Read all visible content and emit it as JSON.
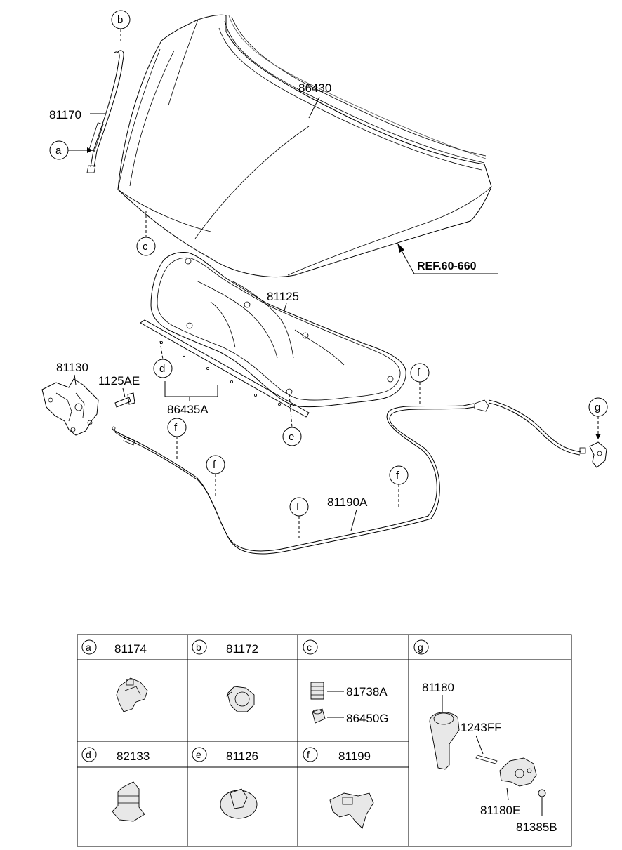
{
  "main_parts": {
    "hood_panel": "86430",
    "hood_stay": "81170",
    "insulator": "81125",
    "latch": "81130",
    "bolt": "1125AE",
    "weatherstrip": "86435A",
    "release_cable": "81190A",
    "reference": "REF.60-660"
  },
  "callouts": {
    "a": "a",
    "b": "b",
    "c": "c",
    "d": "d",
    "e": "e",
    "f": "f",
    "g": "g"
  },
  "legend": {
    "a": {
      "letter": "a",
      "part": "81174"
    },
    "b": {
      "letter": "b",
      "part": "81172"
    },
    "c": {
      "letter": "c",
      "parts": [
        "81738A",
        "86450G"
      ]
    },
    "d": {
      "letter": "d",
      "part": "82133"
    },
    "e": {
      "letter": "e",
      "part": "81126"
    },
    "f": {
      "letter": "f",
      "part": "81199"
    },
    "g": {
      "letter": "g",
      "parts": [
        "81180",
        "1243FF",
        "81180E",
        "81385B"
      ]
    }
  }
}
